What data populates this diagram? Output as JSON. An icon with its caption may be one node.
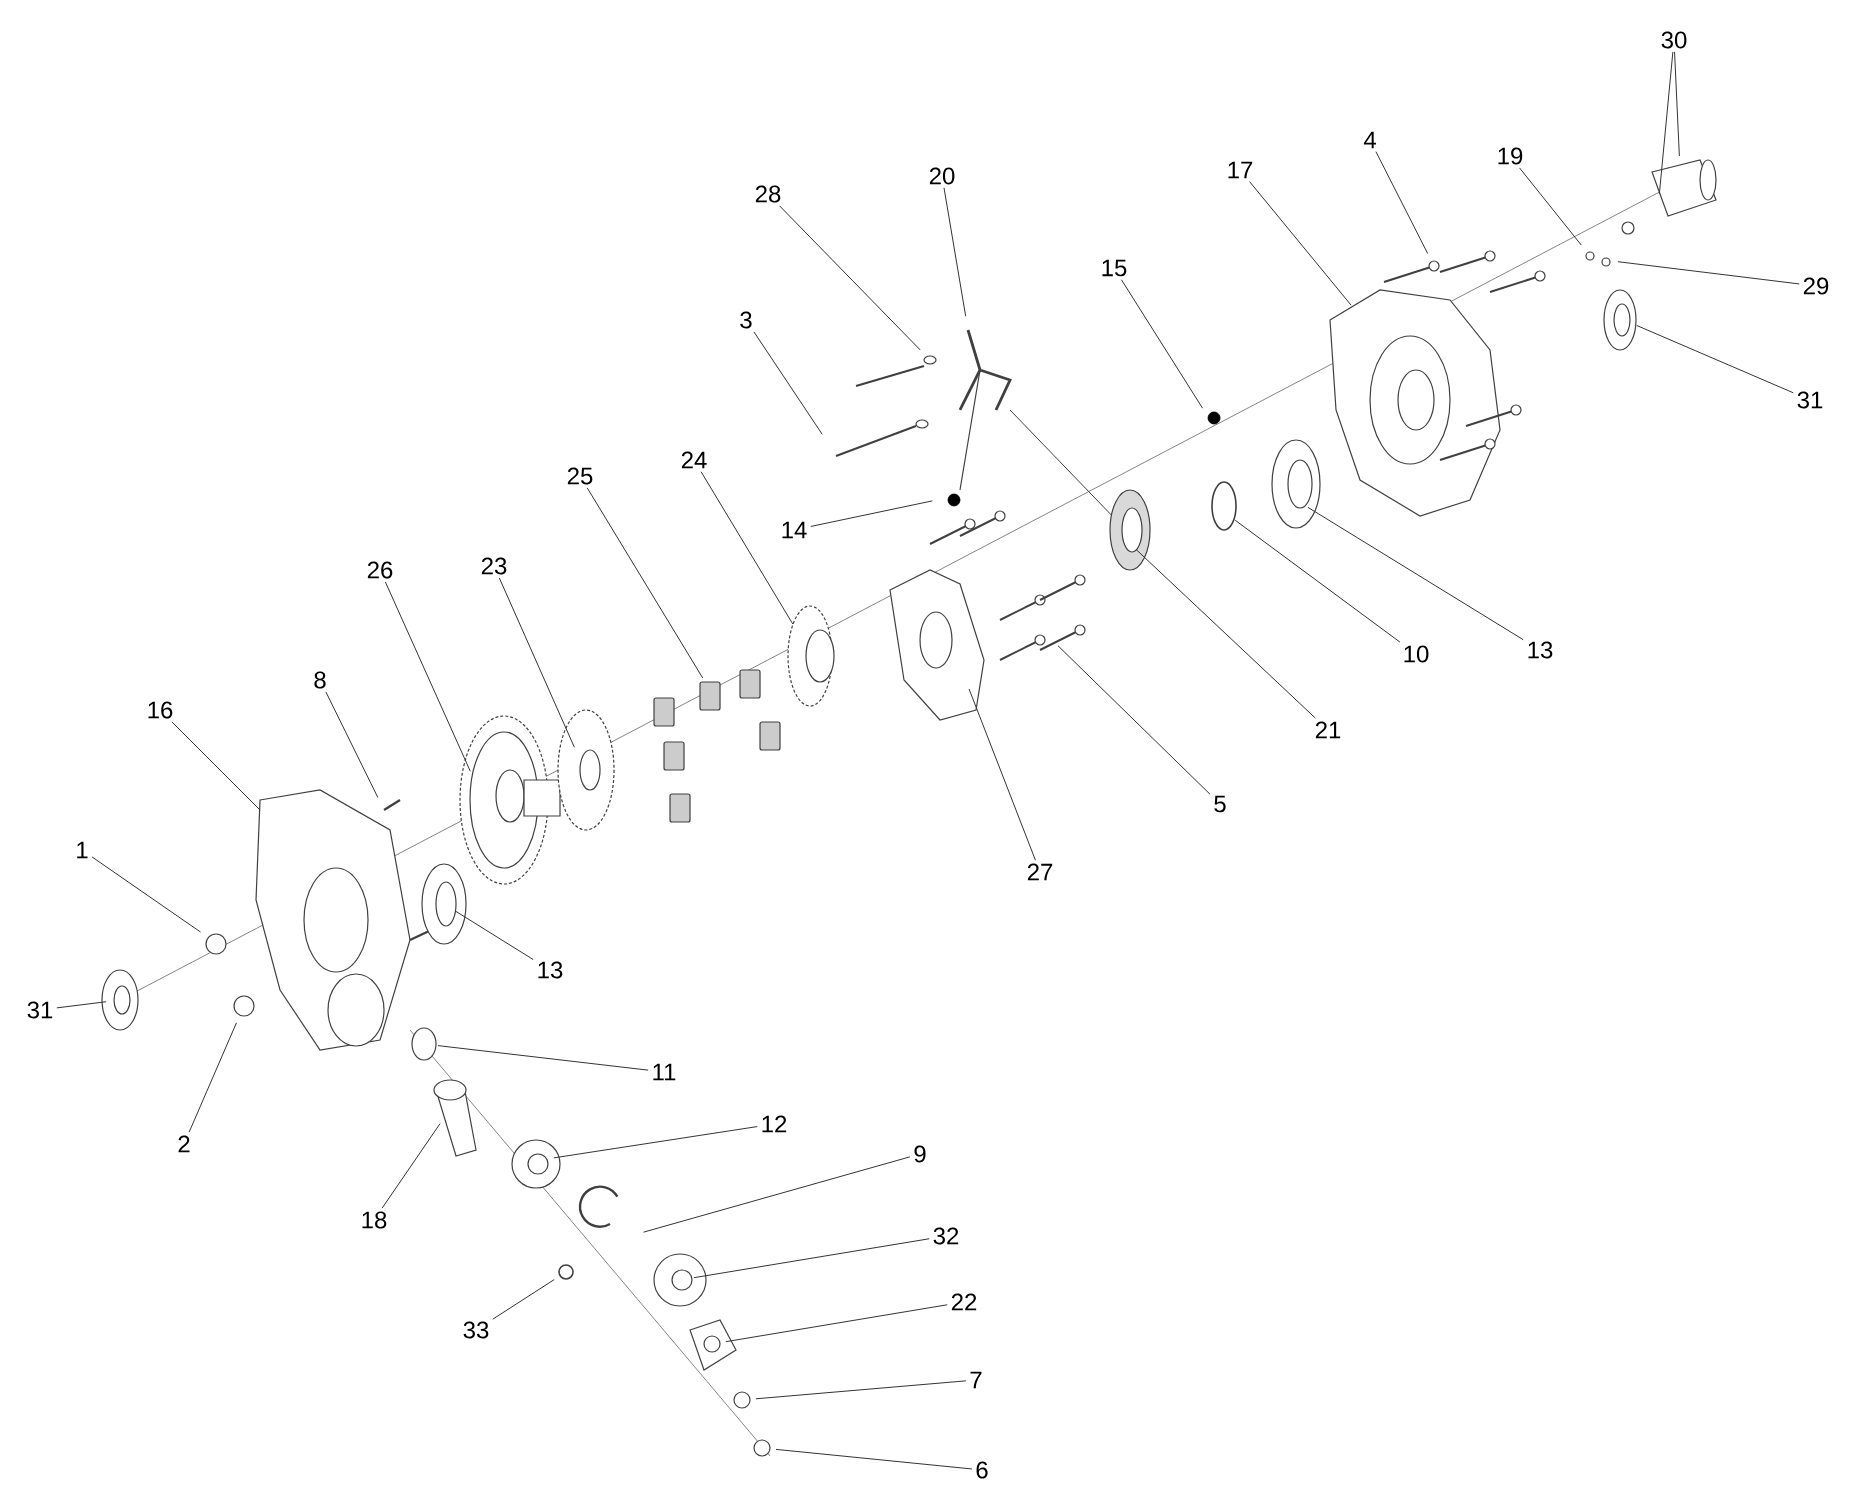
{
  "diagram": {
    "nodes": [
      {
        "text": [
          "1"
        ]
      },
      {
        "text": [
          "31"
        ]
      },
      {
        "text": [
          "2"
        ]
      },
      {
        "text": [
          "16"
        ]
      },
      {
        "text": [
          "8"
        ]
      },
      {
        "text": [
          "26"
        ]
      },
      {
        "text": [
          "23"
        ]
      },
      {
        "text": [
          "25"
        ]
      },
      {
        "text": [
          "24"
        ]
      },
      {
        "text": [
          "28"
        ]
      },
      {
        "text": [
          "3"
        ]
      },
      {
        "text": [
          "20"
        ]
      },
      {
        "text": [
          "14"
        ]
      },
      {
        "text": [
          "15"
        ]
      },
      {
        "text": [
          "17"
        ]
      },
      {
        "text": [
          "4"
        ]
      },
      {
        "text": [
          "19"
        ]
      },
      {
        "text": [
          "30"
        ]
      },
      {
        "text": [
          "29"
        ]
      },
      {
        "text": [
          "31"
        ]
      },
      {
        "text": [
          "13"
        ]
      },
      {
        "text": [
          "10"
        ]
      },
      {
        "text": [
          "21"
        ]
      },
      {
        "text": [
          "5"
        ]
      },
      {
        "text": [
          "27"
        ]
      },
      {
        "text": [
          "13"
        ]
      },
      {
        "text": [
          "11"
        ]
      },
      {
        "text": [
          "12"
        ]
      },
      {
        "text": [
          "18"
        ]
      },
      {
        "text": [
          "9"
        ]
      },
      {
        "text": [
          "32"
        ]
      },
      {
        "text": [
          "33"
        ]
      },
      {
        "text": [
          "22"
        ]
      },
      {
        "text": [
          "7"
        ]
      },
      {
        "text": [
          "6"
        ]
      }
    ],
    "edges": [
      {
        "from": 0,
        "to": null,
        "arrow": "none"
      },
      {
        "from": 1,
        "to": null,
        "arrow": "none"
      },
      {
        "from": 2,
        "to": null,
        "arrow": "none"
      },
      {
        "from": 3,
        "to": null,
        "arrow": "none"
      },
      {
        "from": 4,
        "to": null,
        "arrow": "none"
      },
      {
        "from": 5,
        "to": null,
        "arrow": "none"
      },
      {
        "from": 6,
        "to": null,
        "arrow": "none"
      },
      {
        "from": 7,
        "to": null,
        "arrow": "none"
      },
      {
        "from": 8,
        "to": null,
        "arrow": "none"
      },
      {
        "from": 9,
        "to": null,
        "arrow": "none"
      },
      {
        "from": 10,
        "to": null,
        "arrow": "none"
      },
      {
        "from": 11,
        "to": null,
        "arrow": "none"
      },
      {
        "from": 12,
        "to": null,
        "arrow": "none"
      },
      {
        "from": 13,
        "to": null,
        "arrow": "none"
      },
      {
        "from": 14,
        "to": null,
        "arrow": "none"
      },
      {
        "from": 15,
        "to": null,
        "arrow": "none"
      },
      {
        "from": 16,
        "to": null,
        "arrow": "none"
      },
      {
        "from": 17,
        "to": null,
        "arrow": "none"
      },
      {
        "from": 17,
        "to": null,
        "arrow": "none"
      },
      {
        "from": 18,
        "to": null,
        "arrow": "none"
      },
      {
        "from": 19,
        "to": null,
        "arrow": "none"
      },
      {
        "from": 20,
        "to": null,
        "arrow": "none"
      },
      {
        "from": 21,
        "to": null,
        "arrow": "none"
      },
      {
        "from": 22,
        "to": null,
        "arrow": "none"
      },
      {
        "from": 23,
        "to": null,
        "arrow": "none"
      },
      {
        "from": 24,
        "to": null,
        "arrow": "none"
      },
      {
        "from": 25,
        "to": null,
        "arrow": "none"
      },
      {
        "from": 26,
        "to": null,
        "arrow": "none"
      },
      {
        "from": 27,
        "to": null,
        "arrow": "none"
      },
      {
        "from": 28,
        "to": null,
        "arrow": "none"
      },
      {
        "from": 29,
        "to": null,
        "arrow": "none"
      },
      {
        "from": 30,
        "to": null,
        "arrow": "none"
      },
      {
        "from": 31,
        "to": null,
        "arrow": "none"
      },
      {
        "from": 32,
        "to": null,
        "arrow": "none"
      },
      {
        "from": 33,
        "to": null,
        "arrow": "none"
      },
      {
        "from": 34,
        "to": null,
        "arrow": "none"
      }
    ]
  }
}
